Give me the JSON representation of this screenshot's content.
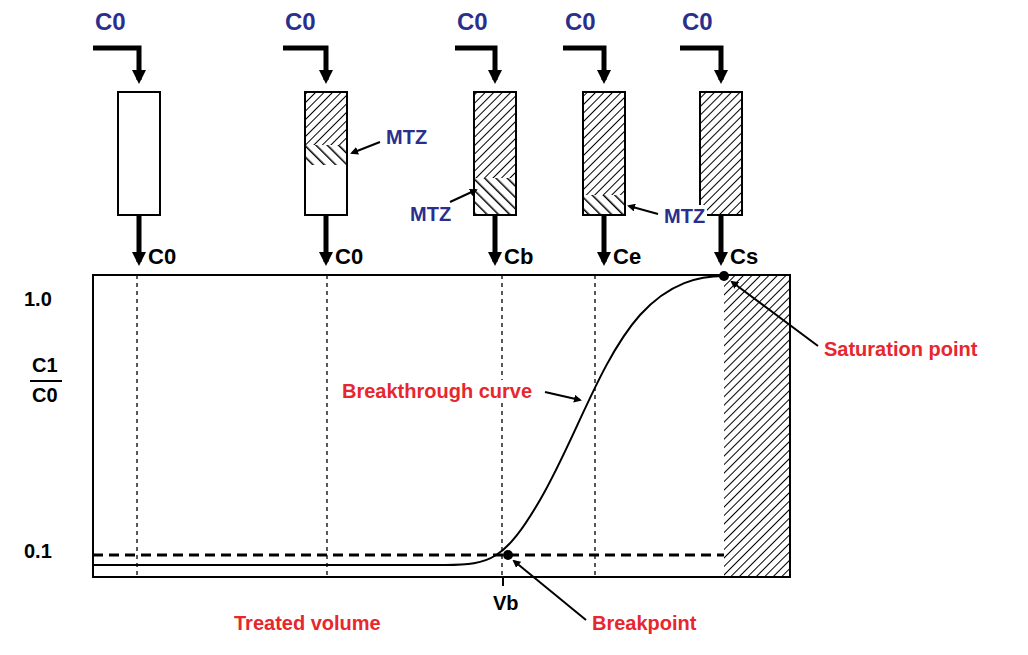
{
  "diagram": {
    "labels": [
      "C0",
      "C0",
      "C0",
      "C0",
      "C0",
      "MTZ",
      "MTZ",
      "MTZ",
      "C0",
      "C0",
      "Cb",
      "Ce",
      "Cs",
      "1.0",
      "C1",
      "C0",
      "0.1",
      "Breakthrough curve",
      "Saturation point",
      "Vb",
      "Treated volume",
      "Breakpoint"
    ]
  }
}
